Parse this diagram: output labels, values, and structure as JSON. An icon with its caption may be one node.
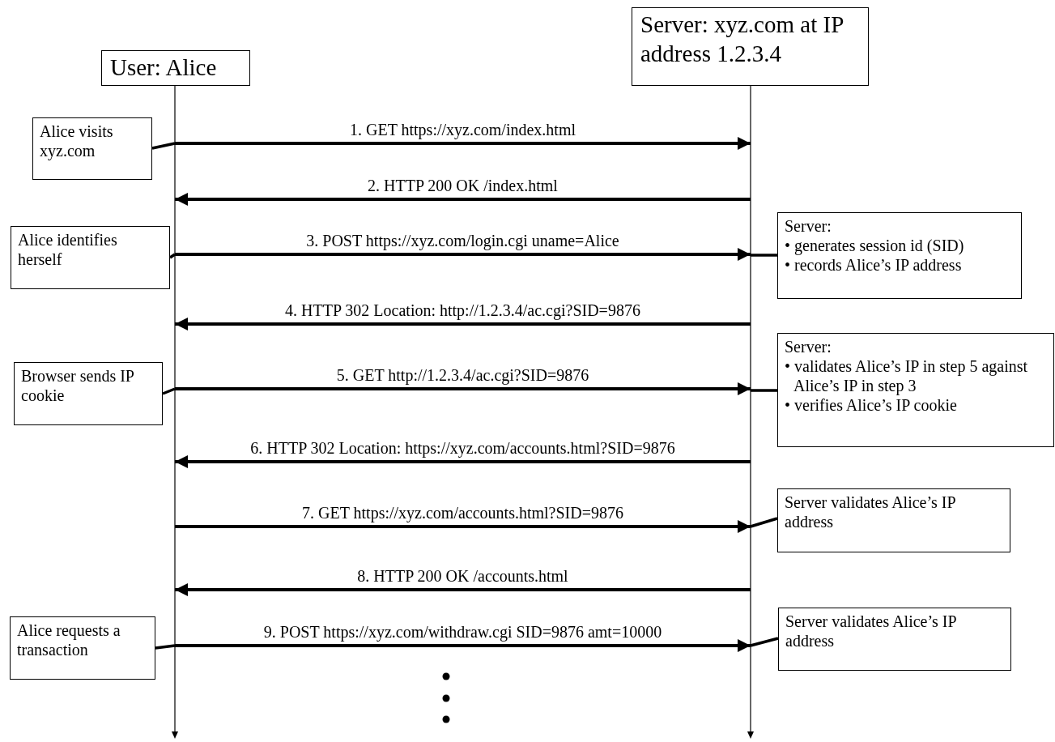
{
  "diagram": {
    "nodes": [
      {
        "text": [
          "User: Alice"
        ]
      },
      {
        "text": [
          "Server: xyz.com at IP address 1.2.3.4"
        ]
      },
      {
        "text": [],
        "shape": "line"
      },
      {
        "text": [],
        "shape": "line"
      },
      {
        "text": [
          "Alice visits xyz.com"
        ]
      },
      {
        "text": [
          "Alice identifies herself"
        ]
      },
      {
        "text": [
          "Server:",
          "• generates session id (SID)",
          "• records Alice’s IP address"
        ]
      },
      {
        "text": [
          "Browser sends IP cookie"
        ]
      },
      {
        "text": [
          "Server:",
          "• validates Alice’s IP in step 5 against Alice’s IP in step 3",
          "• verifies Alice’s IP cookie"
        ]
      },
      {
        "text": [
          "Server validates Alice’s IP address"
        ]
      },
      {
        "text": [
          "Alice requests a transaction"
        ]
      },
      {
        "text": [
          "Server validates Alice’s IP address"
        ]
      }
    ],
    "edges": [
      {
        "from": 2,
        "to": 3,
        "arrow": "to",
        "label": "1. GET https://xyz.com/index.html"
      },
      {
        "from": 3,
        "to": 2,
        "arrow": "to",
        "label": "2. HTTP 200 OK /index.html"
      },
      {
        "from": 2,
        "to": 3,
        "arrow": "to",
        "label": "3. POST https://xyz.com/login.cgi uname=Alice"
      },
      {
        "from": 3,
        "to": 2,
        "arrow": "to",
        "label": "4. HTTP 302 Location: http://1.2.3.4/ac.cgi?SID=9876"
      },
      {
        "from": 2,
        "to": 3,
        "arrow": "to",
        "label": "5. GET http://1.2.3.4/ac.cgi?SID=9876"
      },
      {
        "from": 3,
        "to": 2,
        "arrow": "to",
        "label": "6. HTTP 302 Location: https://xyz.com/accounts.html?SID=9876"
      },
      {
        "from": 2,
        "to": 3,
        "arrow": "to",
        "label": "7. GET https://xyz.com/accounts.html?SID=9876"
      },
      {
        "from": 3,
        "to": 2,
        "arrow": "to",
        "label": "8. HTTP 200 OK /accounts.html"
      },
      {
        "from": 2,
        "to": 3,
        "arrow": "to",
        "label": "9. POST https://xyz.com/withdraw.cgi SID=9876 amt=10000"
      },
      {
        "from": 4,
        "to": 2,
        "arrow": "none"
      },
      {
        "from": 5,
        "to": 2,
        "arrow": "none"
      },
      {
        "from": 6,
        "to": 3,
        "arrow": "none"
      },
      {
        "from": 7,
        "to": 2,
        "arrow": "none"
      },
      {
        "from": 8,
        "to": 3,
        "arrow": "none"
      },
      {
        "from": 9,
        "to": 3,
        "arrow": "none"
      },
      {
        "from": 10,
        "to": 2,
        "arrow": "none"
      },
      {
        "from": 11,
        "to": 3,
        "arrow": "none"
      }
    ]
  }
}
